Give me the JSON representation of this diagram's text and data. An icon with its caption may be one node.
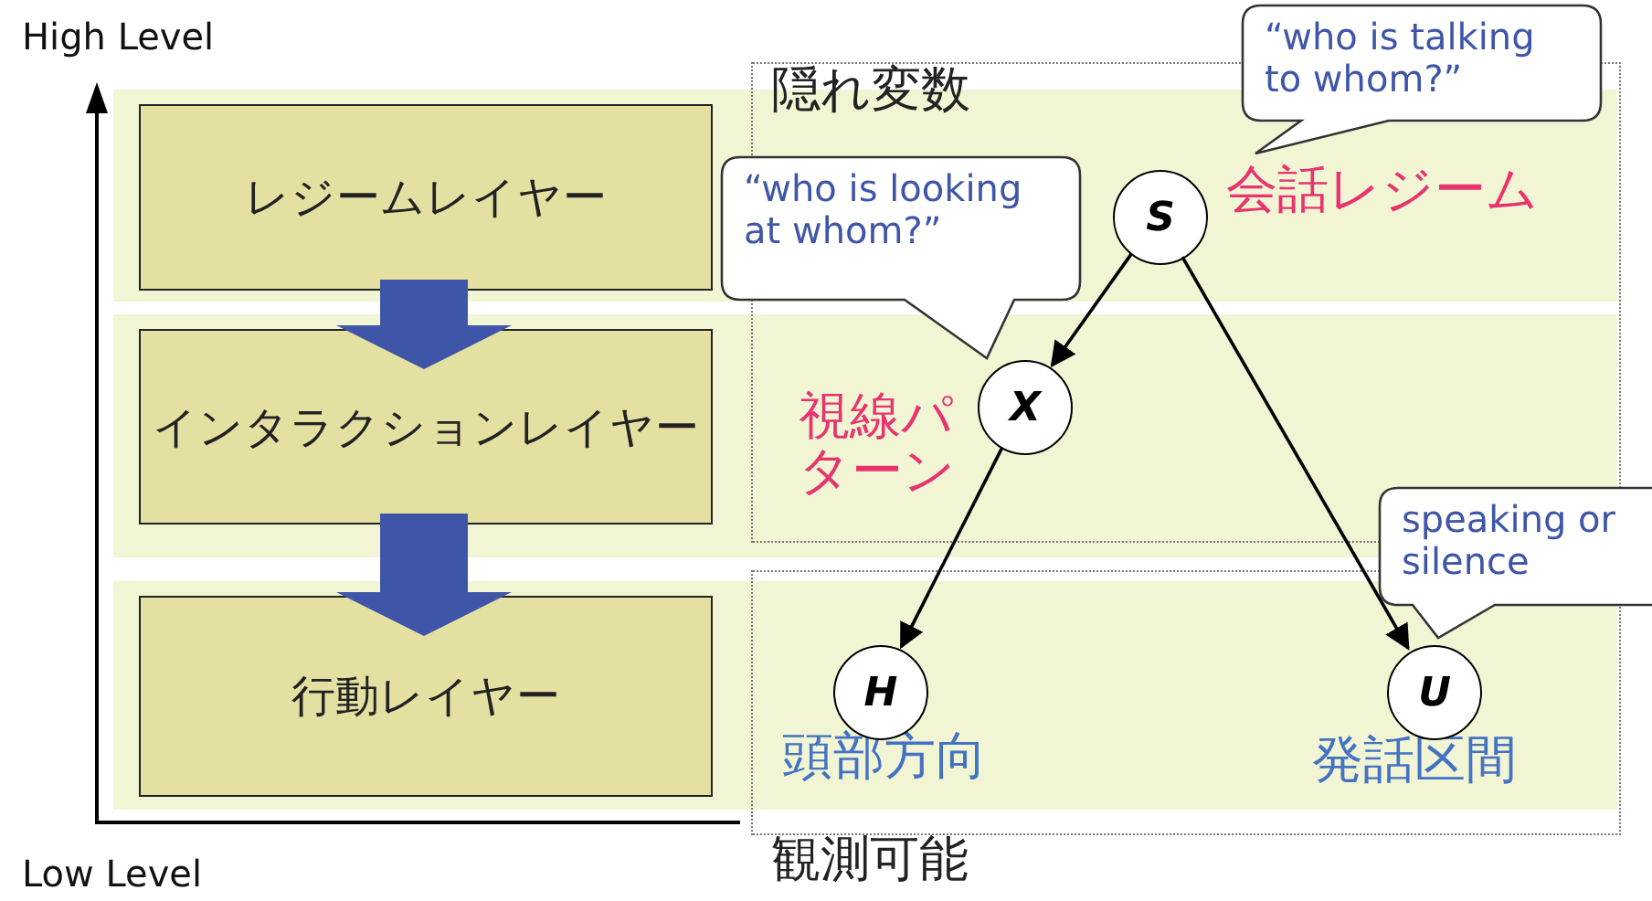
{
  "diagram": {
    "nodes": [
      {
        "text": [
          "隠れ変数"
        ]
      },
      {
        "text": [
          "観測可能"
        ]
      },
      {
        "text": [
          "レジームレイヤー"
        ]
      },
      {
        "text": [
          "インタラクションレイヤー"
        ]
      },
      {
        "text": [
          "行動レイヤー"
        ]
      },
      {
        "text": [
          "S"
        ],
        "in": 0,
        "beside": [
          "会話レジーム"
        ]
      },
      {
        "text": [
          "X"
        ],
        "in": 0,
        "beside": [
          "視線パターン"
        ]
      },
      {
        "text": [
          "H"
        ],
        "in": 1,
        "beside": [
          "頭部方向"
        ]
      },
      {
        "text": [
          "U"
        ],
        "in": 1,
        "beside": [
          "発話区間"
        ]
      },
      {
        "text": [
          "“who is looking at whom?”"
        ]
      },
      {
        "text": [
          "“who is talking to whom?”"
        ]
      },
      {
        "text": [
          "speaking or silence"
        ]
      }
    ],
    "edges": [
      {
        "from": 2,
        "to": 3,
        "arrow": "to",
        "style": "thick",
        "color": "#3f56a8"
      },
      {
        "from": 3,
        "to": 4,
        "arrow": "to",
        "style": "thick",
        "color": "#3f56a8"
      },
      {
        "from": 5,
        "to": 6,
        "arrow": "to"
      },
      {
        "from": 6,
        "to": 7,
        "arrow": "to"
      },
      {
        "from": 5,
        "to": 8,
        "arrow": "to"
      }
    ],
    "labels": [
      "High Level",
      "Low Level"
    ]
  }
}
